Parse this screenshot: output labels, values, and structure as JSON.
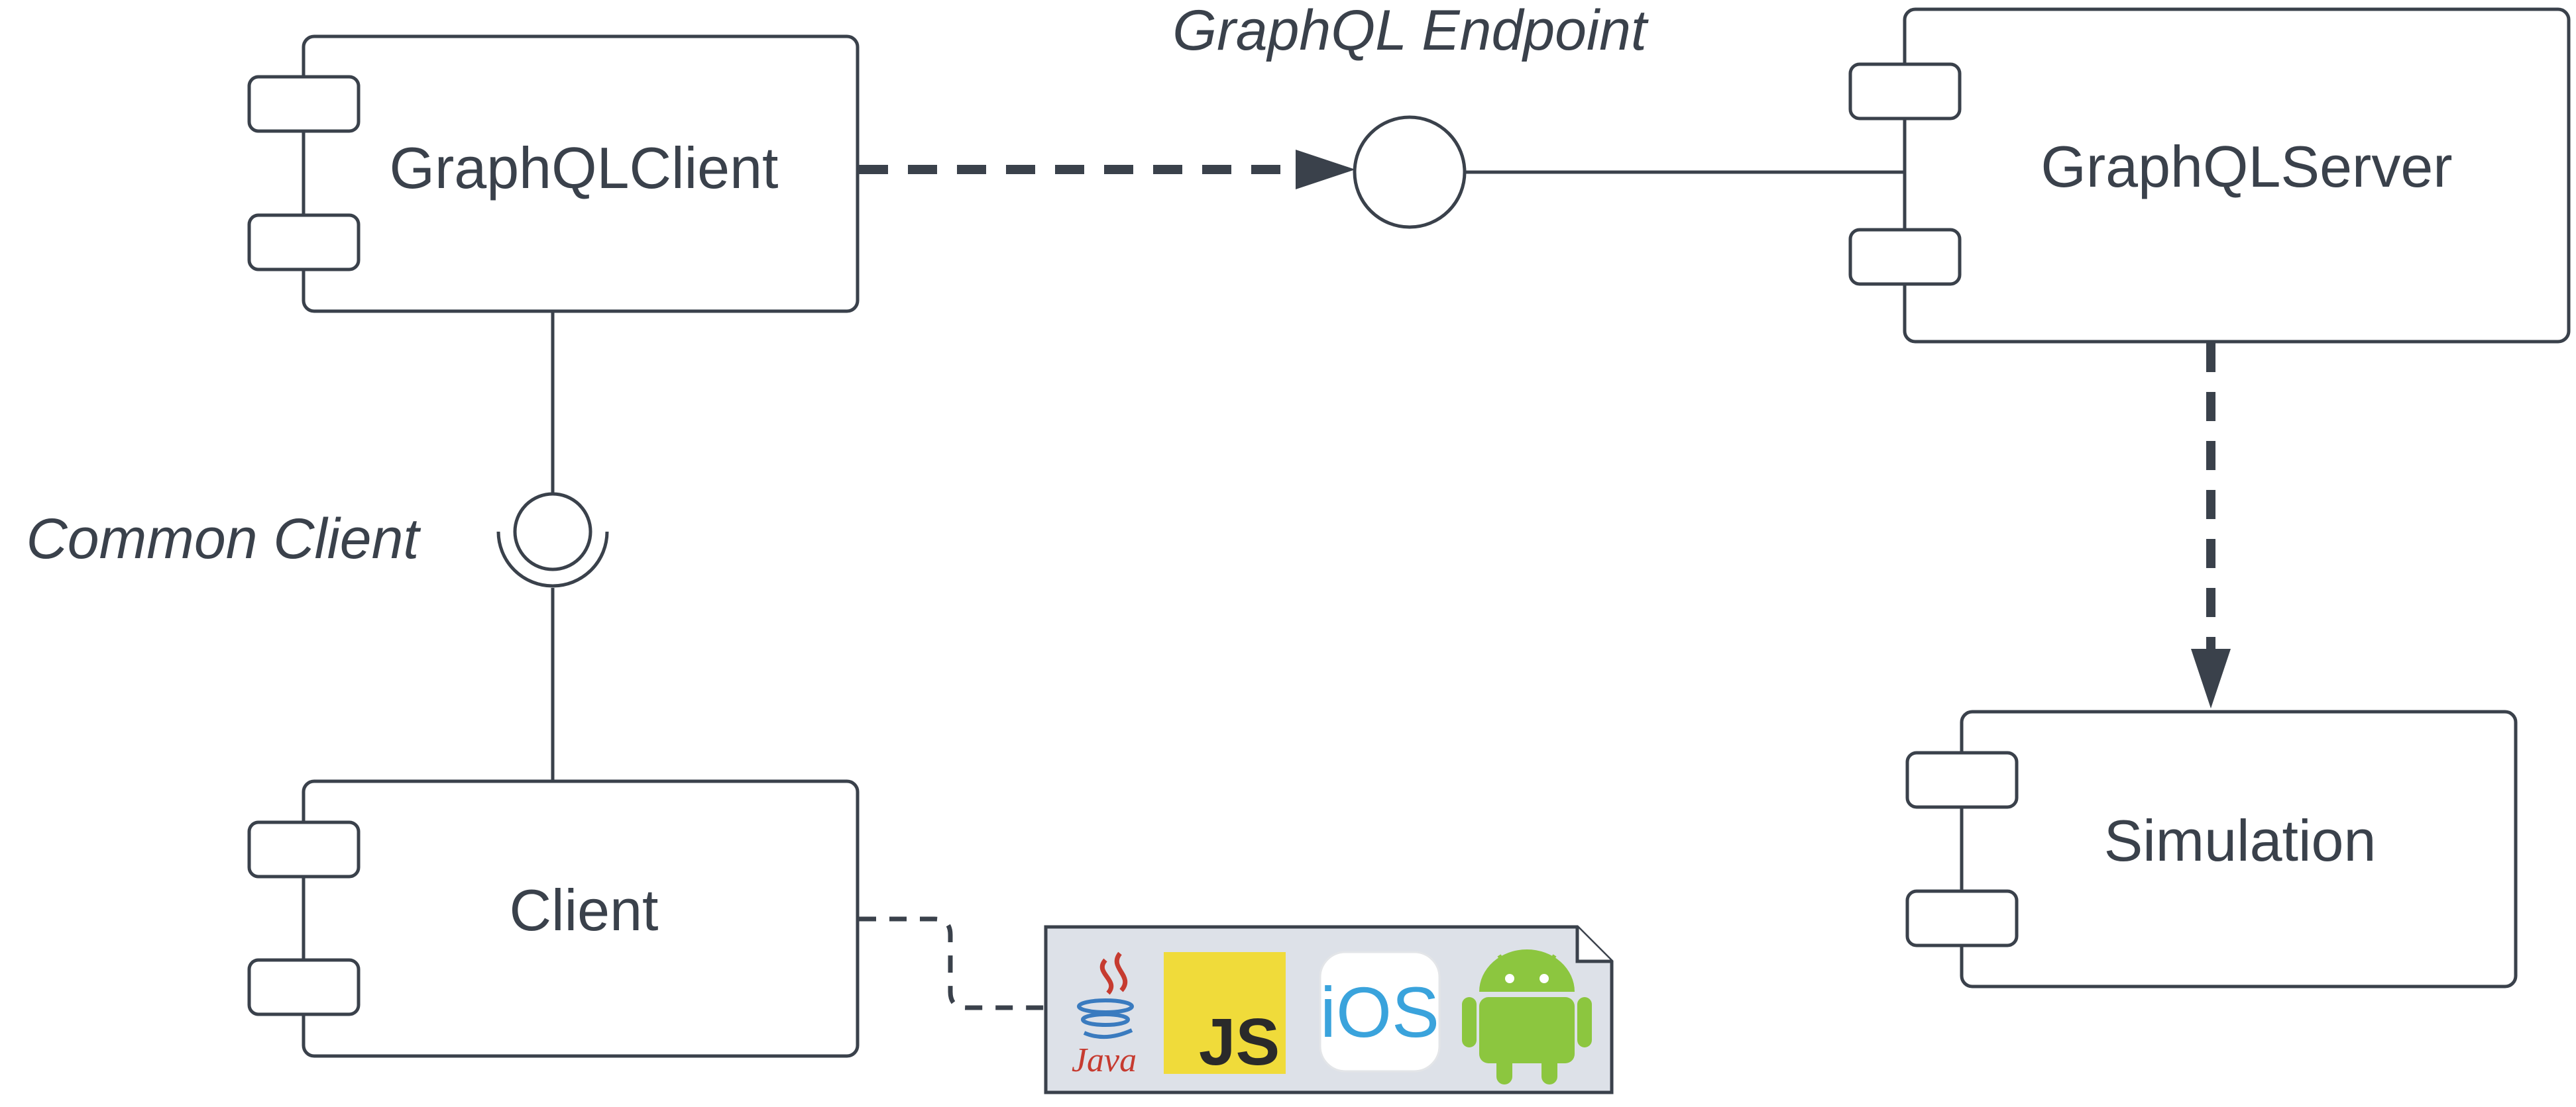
{
  "components": {
    "graphql_client": {
      "label": "GraphQLClient"
    },
    "graphql_server": {
      "label": "GraphQLServer"
    },
    "client": {
      "label": "Client"
    },
    "simulation": {
      "label": "Simulation"
    }
  },
  "interfaces": {
    "graphql_endpoint": {
      "label": "GraphQL Endpoint"
    },
    "common_client": {
      "label": "Common Client"
    }
  },
  "platform_note": {
    "logos": [
      {
        "name": "java-logo",
        "text": "Java"
      },
      {
        "name": "javascript-logo",
        "text": "JS"
      },
      {
        "name": "ios-logo",
        "text": "iOS"
      },
      {
        "name": "android-logo",
        "text": ""
      }
    ]
  },
  "colors": {
    "stroke": "#3a414b",
    "note_fill": "#dde1e8",
    "js_yellow": "#f0db3a",
    "android_green": "#8cc63f",
    "java_red": "#c63b30",
    "java_blue": "#3a7bbf"
  }
}
